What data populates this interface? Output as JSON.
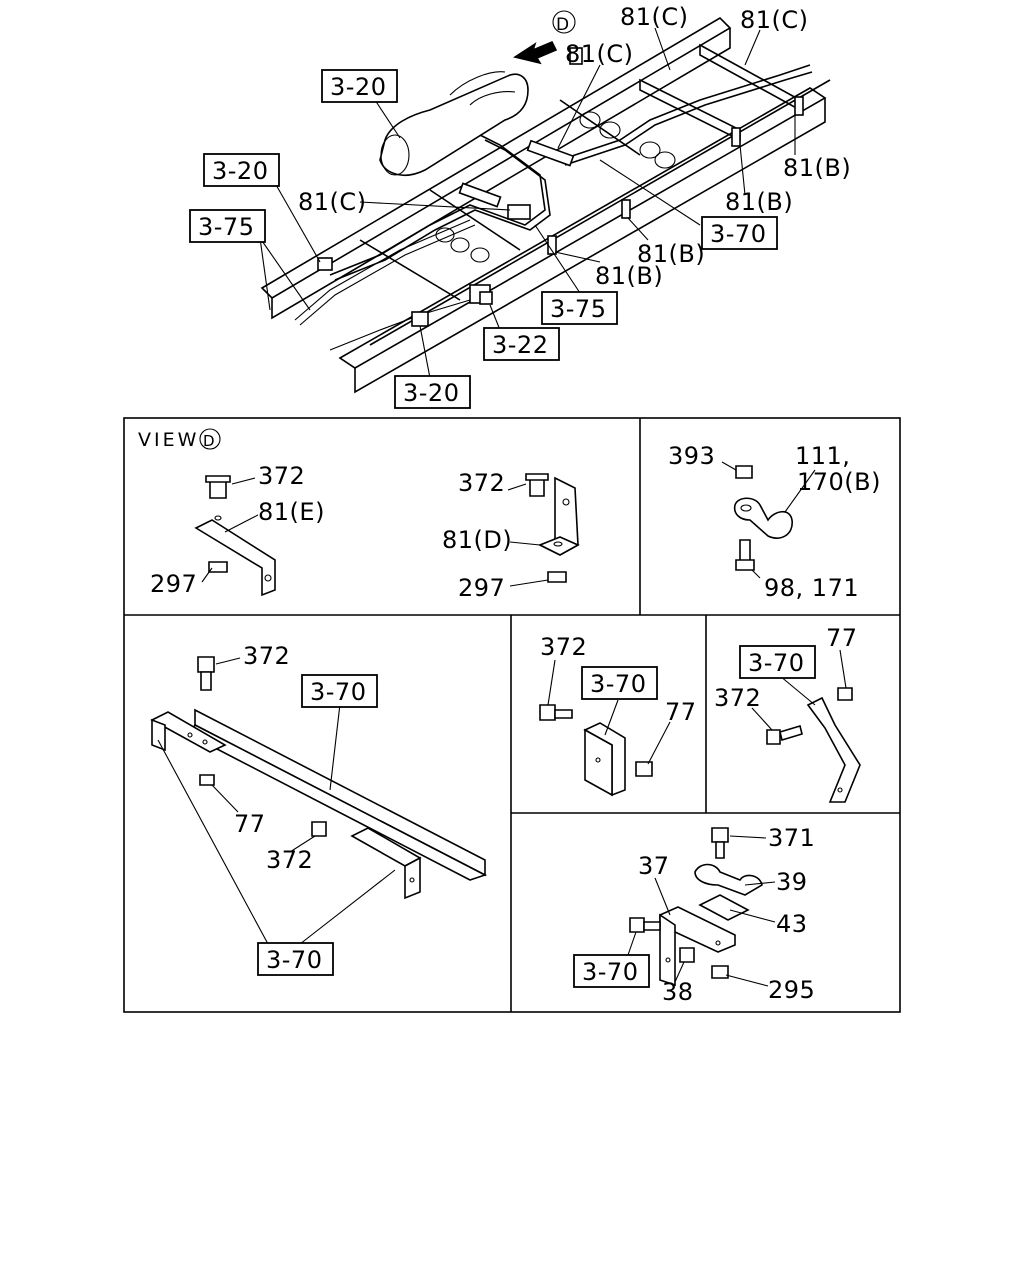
{
  "overview": {
    "view_marker": "D",
    "labels": {
      "c1": "81(C)",
      "c2": "81(C)",
      "c3": "81(C)",
      "c4": "81(C)",
      "b1": "81(B)",
      "b2": "81(B)",
      "b3": "81(B)",
      "b4": "81(B)"
    },
    "refs": {
      "r320a": "3-20",
      "r320b": "3-20",
      "r375a": "3-75",
      "r370": "3-70",
      "r375b": "3-75",
      "r322": "3-22",
      "r320c": "3-20"
    }
  },
  "view_d": {
    "title": "VIEW",
    "marker": "D",
    "left": {
      "bolt": "372",
      "bracket": "81(E)",
      "nut": "297"
    },
    "right": {
      "bolt": "372",
      "bracket": "81(D)",
      "nut": "297"
    }
  },
  "clip_panel": {
    "nut": "393",
    "clip_a": "111,",
    "clip_b": "170(B)",
    "bolt": "98, 171"
  },
  "rail_panel": {
    "bolt_top": "372",
    "ref_top": "3-70",
    "nut": "77",
    "bolt_mid": "372",
    "ref_bottom": "3-70"
  },
  "bracket_a_panel": {
    "bolt": "372",
    "ref": "3-70",
    "nut": "77"
  },
  "bracket_b_panel": {
    "nut": "77",
    "ref": "3-70",
    "bolt": "372"
  },
  "clamp_panel": {
    "bolt": "371",
    "bracket": "37",
    "clamp": "39",
    "plate": "43",
    "ref": "3-70",
    "nut_small": "38",
    "nut": "295"
  }
}
